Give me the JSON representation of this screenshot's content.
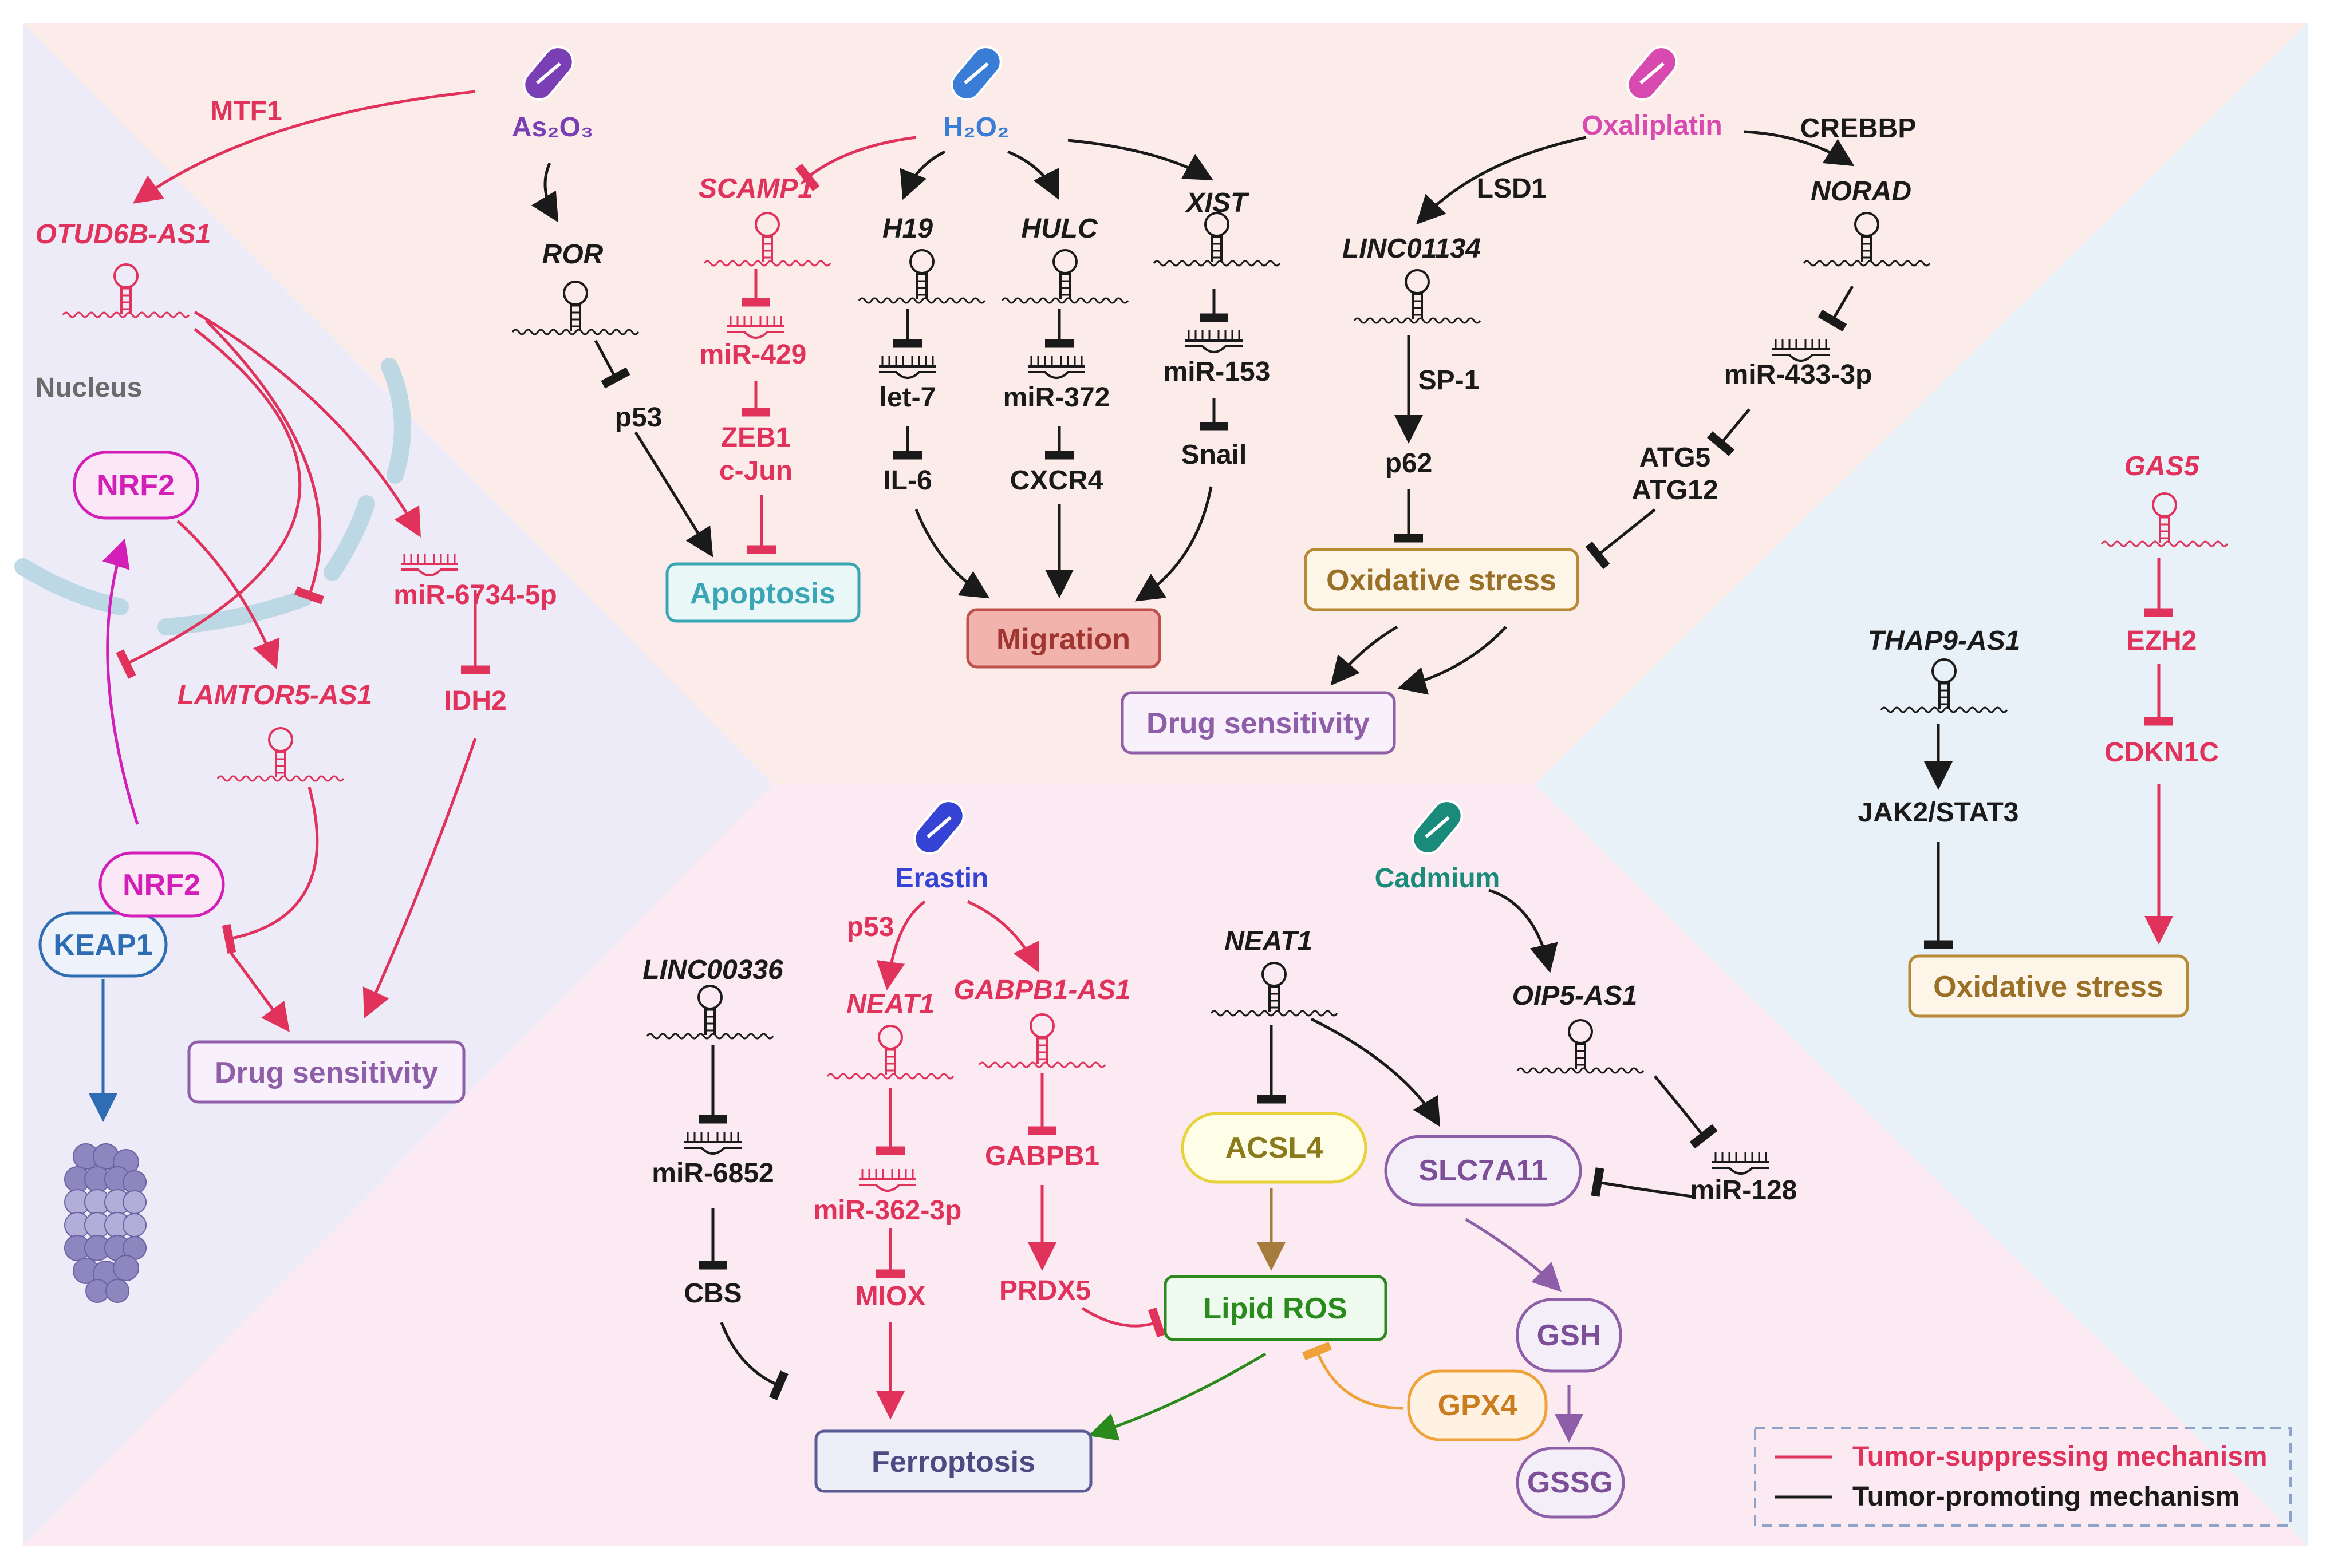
{
  "colors": {
    "suppress": "#e0325a",
    "promote": "#1a1a1a",
    "magenta": "#d31fb7",
    "teal": "#3aa6b5",
    "gold": "#b88a34",
    "purple": "#8e5ea8",
    "green": "#2b8a1e",
    "orange": "#f0a23a",
    "blue": "#2e6db3",
    "brown": "#a67c3d",
    "drugPurple": "#7b3fb5",
    "drugBlue": "#3a7dd6",
    "drugPink": "#d84ab0",
    "drugIndigo": "#3544d4",
    "drugTeal": "#1a8a7a"
  },
  "icons": {
    "drug": "capsule-pill-icon",
    "rna": "lncrna-hairpin-icon",
    "mirna": "mirna-duplex-icon",
    "proteasome": "proteasome-icon"
  },
  "labels": {
    "mtf1": "MTF1",
    "as2o3": "As₂O₃",
    "h2o2": "H₂O₂",
    "oxaliplatin": "Oxaliplatin",
    "crebbp": "CREBBP",
    "lsd1": "LSD1",
    "otud6b": "OTUD6B-AS1",
    "ror": "ROR",
    "scamp1": "SCAMP1",
    "h19": "H19",
    "hulc": "HULC",
    "xist": "XIST",
    "linc01134": "LINC01134",
    "norad": "NORAD",
    "nucleus": "Nucleus",
    "p53a": "p53",
    "mir429": "miR-429",
    "let7": "let-7",
    "mir372": "miR-372",
    "mir153": "miR-153",
    "sp1": "SP-1",
    "mir433": "miR-433-3p",
    "zeb1": "ZEB1",
    "cjun": "c-Jun",
    "il6": "IL-6",
    "cxcr4": "CXCR4",
    "snail": "Snail",
    "p62": "p62",
    "atg5": "ATG5",
    "atg12": "ATG12",
    "nrf2a": "NRF2",
    "mir6734": "miR-6734-5p",
    "idh2": "IDH2",
    "lamtor5": "LAMTOR5-AS1",
    "gas5": "GAS5",
    "ezh2": "EZH2",
    "cdkn1c": "CDKN1C",
    "thap9": "THAP9-AS1",
    "jak2": "JAK2/STAT3",
    "nrf2b": "NRF2",
    "keap1": "KEAP1",
    "erastin": "Erastin",
    "cadmium": "Cadmium",
    "p53b": "p53",
    "linc00336": "LINC00336",
    "neat1a": "NEAT1",
    "gabpb1as1": "GABPB1-AS1",
    "neat1b": "NEAT1",
    "oip5": "OIP5-AS1",
    "mir6852": "miR-6852",
    "mir362": "miR-362-3p",
    "gabpb1": "GABPB1",
    "mir128": "miR-128",
    "cbs": "CBS",
    "miox": "MIOX",
    "prdx5": "PRDX5"
  },
  "boxes": {
    "apoptosis": "Apoptosis",
    "migration": "Migration",
    "oxstress1": "Oxidative stress",
    "drugsens1": "Drug sensitivity",
    "oxstress2": "Oxidative stress",
    "drugsens2": "Drug sensitivity",
    "acsl4": "ACSL4",
    "slc7a11": "SLC7A11",
    "lipidros": "Lipid ROS",
    "gsh": "GSH",
    "gpx4": "GPX4",
    "gssg": "GSSG",
    "ferroptosis": "Ferroptosis"
  },
  "legend": {
    "suppress": "Tumor-suppressing mechanism",
    "promote": "Tumor-promoting mechanism"
  }
}
